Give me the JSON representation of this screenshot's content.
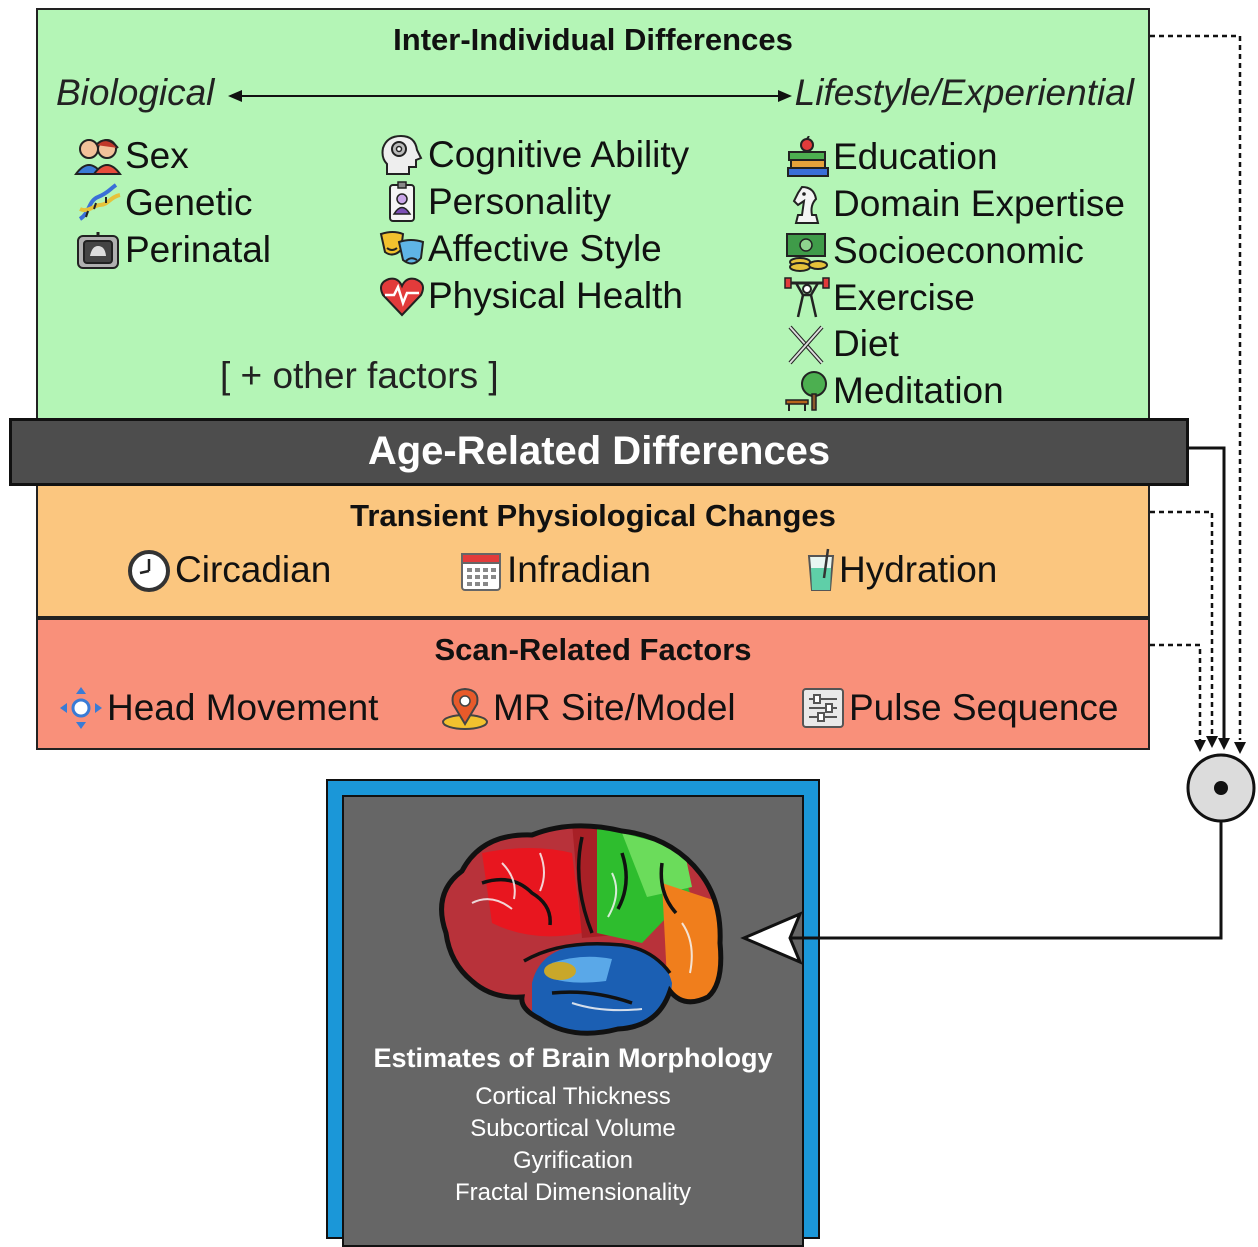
{
  "inter": {
    "title": "Inter-Individual Differences",
    "axis_left": "Biological",
    "axis_right": "Lifestyle/Experiential",
    "biological": [
      "Sex",
      "Genetic",
      "Perinatal"
    ],
    "middle": [
      "Cognitive Ability",
      "Personality",
      "Affective Style",
      "Physical Health"
    ],
    "lifestyle": [
      "Education",
      "Domain Expertise",
      "Socioeconomic",
      "Exercise",
      "Diet",
      "Meditation"
    ],
    "other": "[ + other factors ]"
  },
  "age": {
    "title": "Age-Related Differences"
  },
  "transient": {
    "title": "Transient Physiological Changes",
    "items": [
      "Circadian",
      "Infradian",
      "Hydration"
    ]
  },
  "scan": {
    "title": "Scan-Related Factors",
    "items": [
      "Head Movement",
      "MR Site/Model",
      "Pulse Sequence"
    ]
  },
  "brain": {
    "title": "Estimates of Brain Morphology",
    "measures": [
      "Cortical Thickness",
      "Subcortical Volume",
      "Gyrification",
      "Fractal Dimensionality"
    ]
  },
  "colors": {
    "inter_bg": "#b4f5b6",
    "age_bg": "#4d4d4d",
    "transient_bg": "#fbc67f",
    "scan_bg": "#f9907a",
    "brain_frame": "#1b97d8",
    "brain_bg": "#666666"
  }
}
